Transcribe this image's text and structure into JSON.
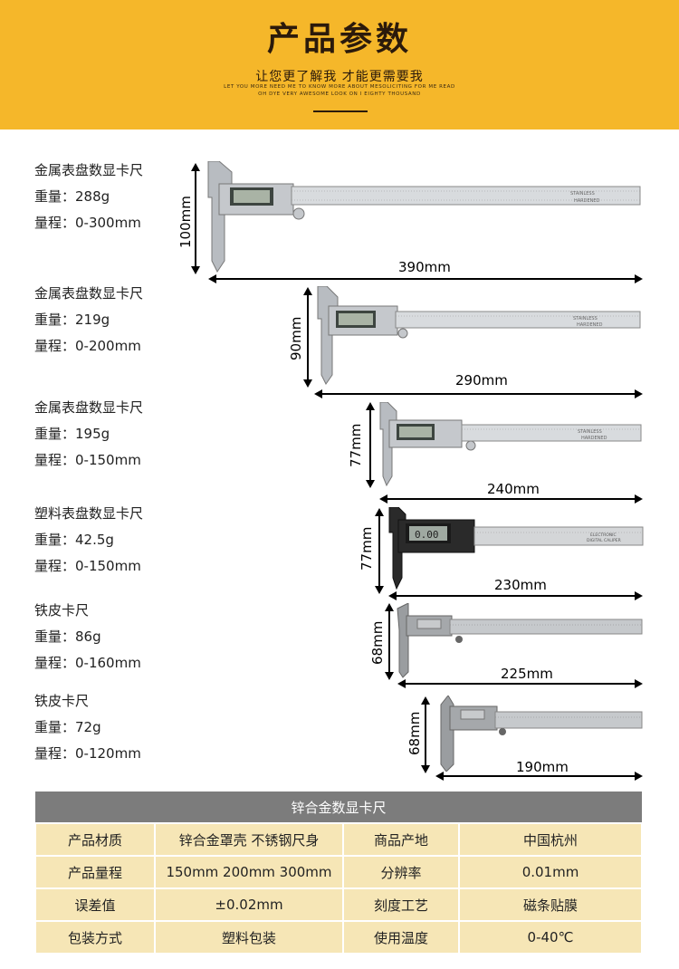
{
  "header": {
    "title": "产品参数",
    "subtitle": "让您更了解我 才能更需要我",
    "tagline_1": "LET YOU MORE NEED ME TO KNOW MORE ABOUT MESOLICITING FOR ME READ",
    "tagline_2": "OH DYE VERY AWESOME LOOK ON I EIGHTY THOUSAND"
  },
  "products": [
    {
      "name": "金属表盘数显卡尺",
      "weight": "重量：288g",
      "range": "量程：0-300mm",
      "height": "100mm",
      "length": "390mm",
      "case_color": "#b8bcc1",
      "screen": true
    },
    {
      "name": "金属表盘数显卡尺",
      "weight": "重量：219g",
      "range": "量程：0-200mm",
      "height": "90mm",
      "length": "290mm",
      "case_color": "#b8bcc1",
      "screen": true
    },
    {
      "name": "金属表盘数显卡尺",
      "weight": "重量：195g",
      "range": "量程：0-150mm",
      "height": "77mm",
      "length": "240mm",
      "case_color": "#b8bcc1",
      "screen": true
    },
    {
      "name": "塑料表盘数显卡尺",
      "weight": "重量：42.5g",
      "range": "量程：0-150mm",
      "height": "77mm",
      "length": "230mm",
      "case_color": "#2a2a2a",
      "screen": true
    },
    {
      "name": "铁皮卡尺",
      "weight": "重量：86g",
      "range": "量程：0-160mm",
      "height": "68mm",
      "length": "225mm",
      "case_color": "#9a9da0",
      "screen": false
    },
    {
      "name": "铁皮卡尺",
      "weight": "重量：72g",
      "range": "量程：0-120mm",
      "height": "68mm",
      "length": "190mm",
      "case_color": "#9a9da0",
      "screen": false
    }
  ],
  "ruler_text": {
    "stainless": "STAINLESS",
    "hardened": "HARDENED",
    "electronic": "ELECTRONIC",
    "digital": "DIGITAL CALIPER",
    "reading": "0.00"
  },
  "table": {
    "title": "锌合金数显卡尺",
    "rows": [
      [
        "产品材质",
        "锌合金罩壳 不锈钢尺身",
        "商品产地",
        "中国杭州"
      ],
      [
        "产品量程",
        "150mm 200mm 300mm",
        "分辨率",
        "0.01mm"
      ],
      [
        "误差值",
        "±0.02mm",
        "刻度工艺",
        "磁条贴膜"
      ],
      [
        "包装方式",
        "塑料包装",
        "使用温度",
        "0-40℃"
      ]
    ]
  }
}
